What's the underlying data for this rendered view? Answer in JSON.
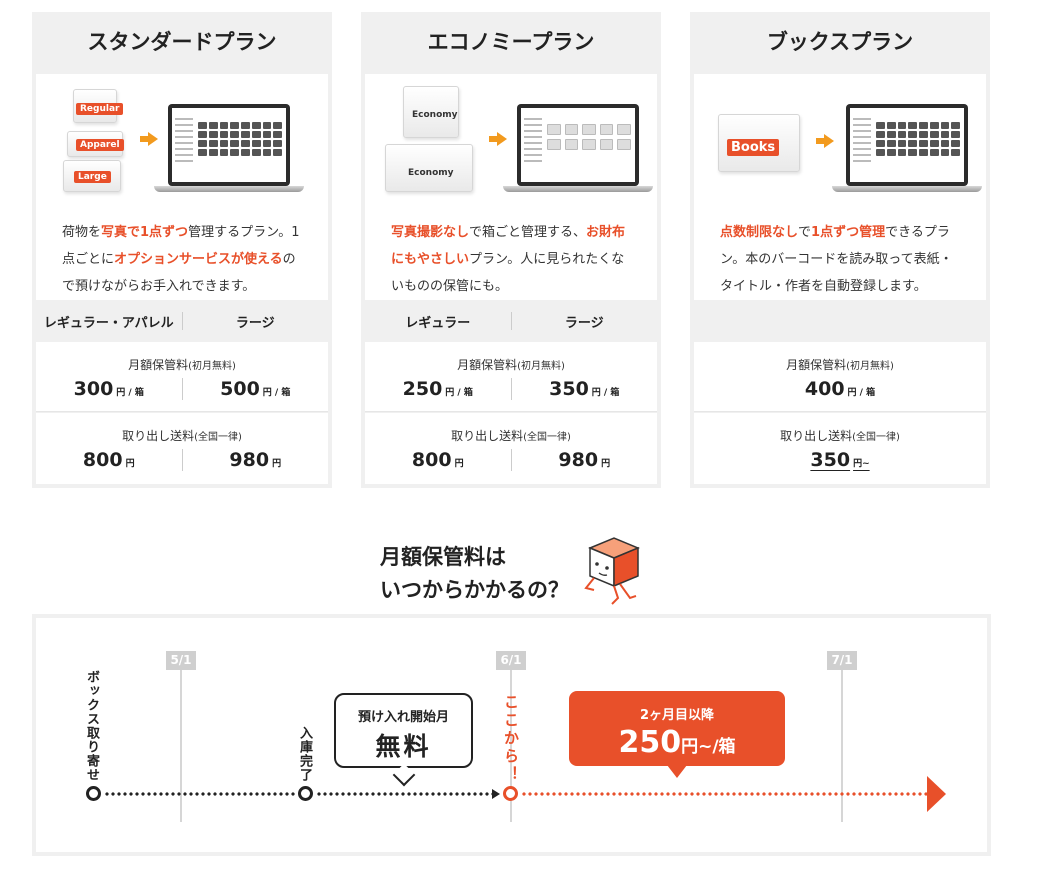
{
  "plans": [
    {
      "title": "スタンダードプラン",
      "box_labels": [
        "Regular",
        "Apparel",
        "Large"
      ],
      "desc": [
        {
          "t": "荷物を",
          "hl": false
        },
        {
          "t": "写真で1点ずつ",
          "hl": true
        },
        {
          "t": "管理するプラン。1点ごとに",
          "hl": false
        },
        {
          "t": "オプションサービスが使える",
          "hl": true
        },
        {
          "t": "ので預けながらお手入れできます。",
          "hl": false
        }
      ],
      "sizes": [
        "レギュラー・アパレル",
        "ラージ"
      ],
      "monthly_label": "月額保管料",
      "monthly_note": "(初月無料)",
      "monthly": [
        {
          "v": "300",
          "u": "円 / 箱"
        },
        {
          "v": "500",
          "u": "円 / 箱"
        }
      ],
      "ship_label": "取り出し送料",
      "ship_note": "(全国一律)",
      "ship": [
        {
          "v": "800",
          "u": "円"
        },
        {
          "v": "980",
          "u": "円"
        }
      ]
    },
    {
      "title": "エコノミープラン",
      "box_labels": [
        "Economy",
        "Economy"
      ],
      "desc": [
        {
          "t": "写真撮影なし",
          "hl": true
        },
        {
          "t": "で箱ごと管理する、",
          "hl": false
        },
        {
          "t": "お財布にもやさしい",
          "hl": true
        },
        {
          "t": "プラン。人に見られたくないものの保管にも。",
          "hl": false
        }
      ],
      "sizes": [
        "レギュラー",
        "ラージ"
      ],
      "monthly_label": "月額保管料",
      "monthly_note": "(初月無料)",
      "monthly": [
        {
          "v": "250",
          "u": "円 / 箱"
        },
        {
          "v": "350",
          "u": "円 / 箱"
        }
      ],
      "ship_label": "取り出し送料",
      "ship_note": "(全国一律)",
      "ship": [
        {
          "v": "800",
          "u": "円"
        },
        {
          "v": "980",
          "u": "円"
        }
      ]
    },
    {
      "title": "ブックスプラン",
      "box_labels": [
        "Books"
      ],
      "desc": [
        {
          "t": "点数制限なし",
          "hl": true
        },
        {
          "t": "で",
          "hl": false
        },
        {
          "t": "1点ずつ管理",
          "hl": true
        },
        {
          "t": "できるプラン。本のバーコードを読み取って表紙・タイトル・作者を自動登録します。",
          "hl": false
        }
      ],
      "sizes": [],
      "monthly_label": "月額保管料",
      "monthly_note": "(初月無料)",
      "monthly": [
        {
          "v": "400",
          "u": "円 / 箱"
        }
      ],
      "ship_label": "取り出し送料",
      "ship_note": "(全国一律)",
      "ship": [
        {
          "v": "350",
          "u": "円~"
        }
      ]
    }
  ],
  "question": {
    "line1": "月額保管料は",
    "line2": "いつからかかるの？"
  },
  "timeline": {
    "months": [
      "5/1",
      "6/1",
      "7/1"
    ],
    "step_order": "ボックス取り寄せ",
    "step_arrive": "入庫完了",
    "step_start": "ここから！",
    "bubble_small": "預け入れ開始月",
    "bubble_big": "無料",
    "after_small": "2ヶ月目以降",
    "after_price": "250",
    "after_unit": "円~/箱"
  },
  "colors": {
    "accent": "#e8502a",
    "arrow": "#f29a1e",
    "panel": "#f0f0f0"
  }
}
